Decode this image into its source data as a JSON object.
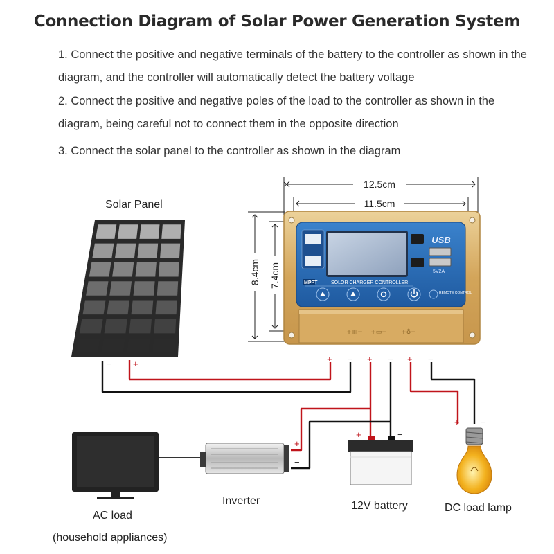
{
  "title": "Connection Diagram of Solar Power Generation System",
  "steps": [
    "1. Connect the positive and negative terminals of the battery to the controller as shown in the diagram, and the controller will automatically detect the battery voltage",
    "2. Connect the positive and negative poles of the load to the controller as shown in the diagram, being careful not to connect them in the opposite direction",
    "3. Connect the solar panel to the controller as shown in the diagram"
  ],
  "components": {
    "solar_panel": "Solar Panel",
    "inverter": "Inverter",
    "battery": "12V battery",
    "lamp": "DC load lamp",
    "ac_load": "AC load",
    "ac_load_note": "(household appliances)"
  },
  "dimensions": {
    "outer_width": "12.5cm",
    "inner_width": "11.5cm",
    "outer_height": "8.4cm",
    "inner_height": "7.4cm"
  },
  "controller": {
    "mppt": "MPPT",
    "product": "SOLOR CHARGER CONTROLLER",
    "usb": "USB",
    "usb_rating": "5V2A",
    "remote": "REMOTE CONTROL"
  },
  "polarity": {
    "plus": "+",
    "minus": "−"
  },
  "colors": {
    "positive_wire": "#c0141b",
    "negative_wire": "#111111",
    "controller_gold": "#d9b167",
    "controller_blue": "#2f6fb8"
  }
}
